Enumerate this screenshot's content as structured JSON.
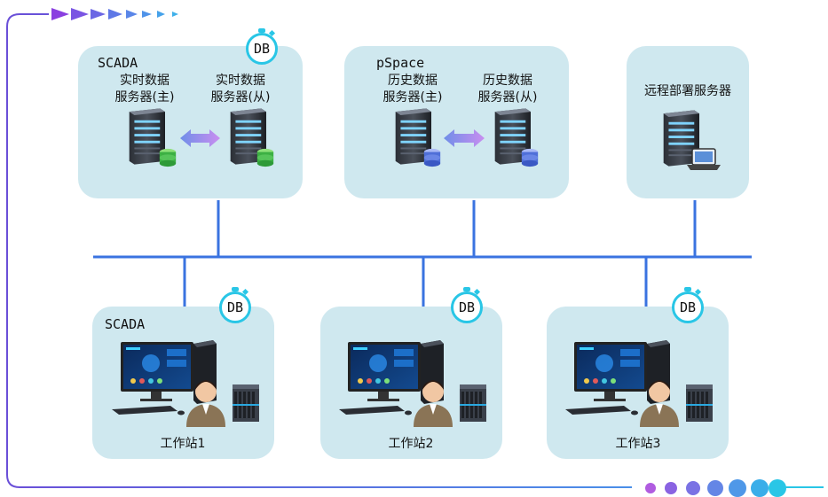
{
  "colors": {
    "panel": "#cfe8ef",
    "bus": "#3a73e0",
    "db_ring": "#29c6e6",
    "frame_start": "#8b4fe0",
    "frame_end": "#29c6e6"
  },
  "servers": {
    "scada": {
      "title": "SCADA",
      "master_label": "实时数据\n服务器(主)",
      "slave_label": "实时数据\n服务器(从)",
      "db_badge": "DB"
    },
    "pspace": {
      "title": "pSpace",
      "master_label": "历史数据\n服务器(主)",
      "slave_label": "历史数据\n服务器(从)"
    },
    "remote": {
      "label": "远程部署服务器"
    }
  },
  "workstations": [
    {
      "label": "工作站1",
      "title": "SCADA",
      "db_badge": "DB"
    },
    {
      "label": "工作站2",
      "db_badge": "DB"
    },
    {
      "label": "工作站3",
      "db_badge": "DB"
    }
  ]
}
